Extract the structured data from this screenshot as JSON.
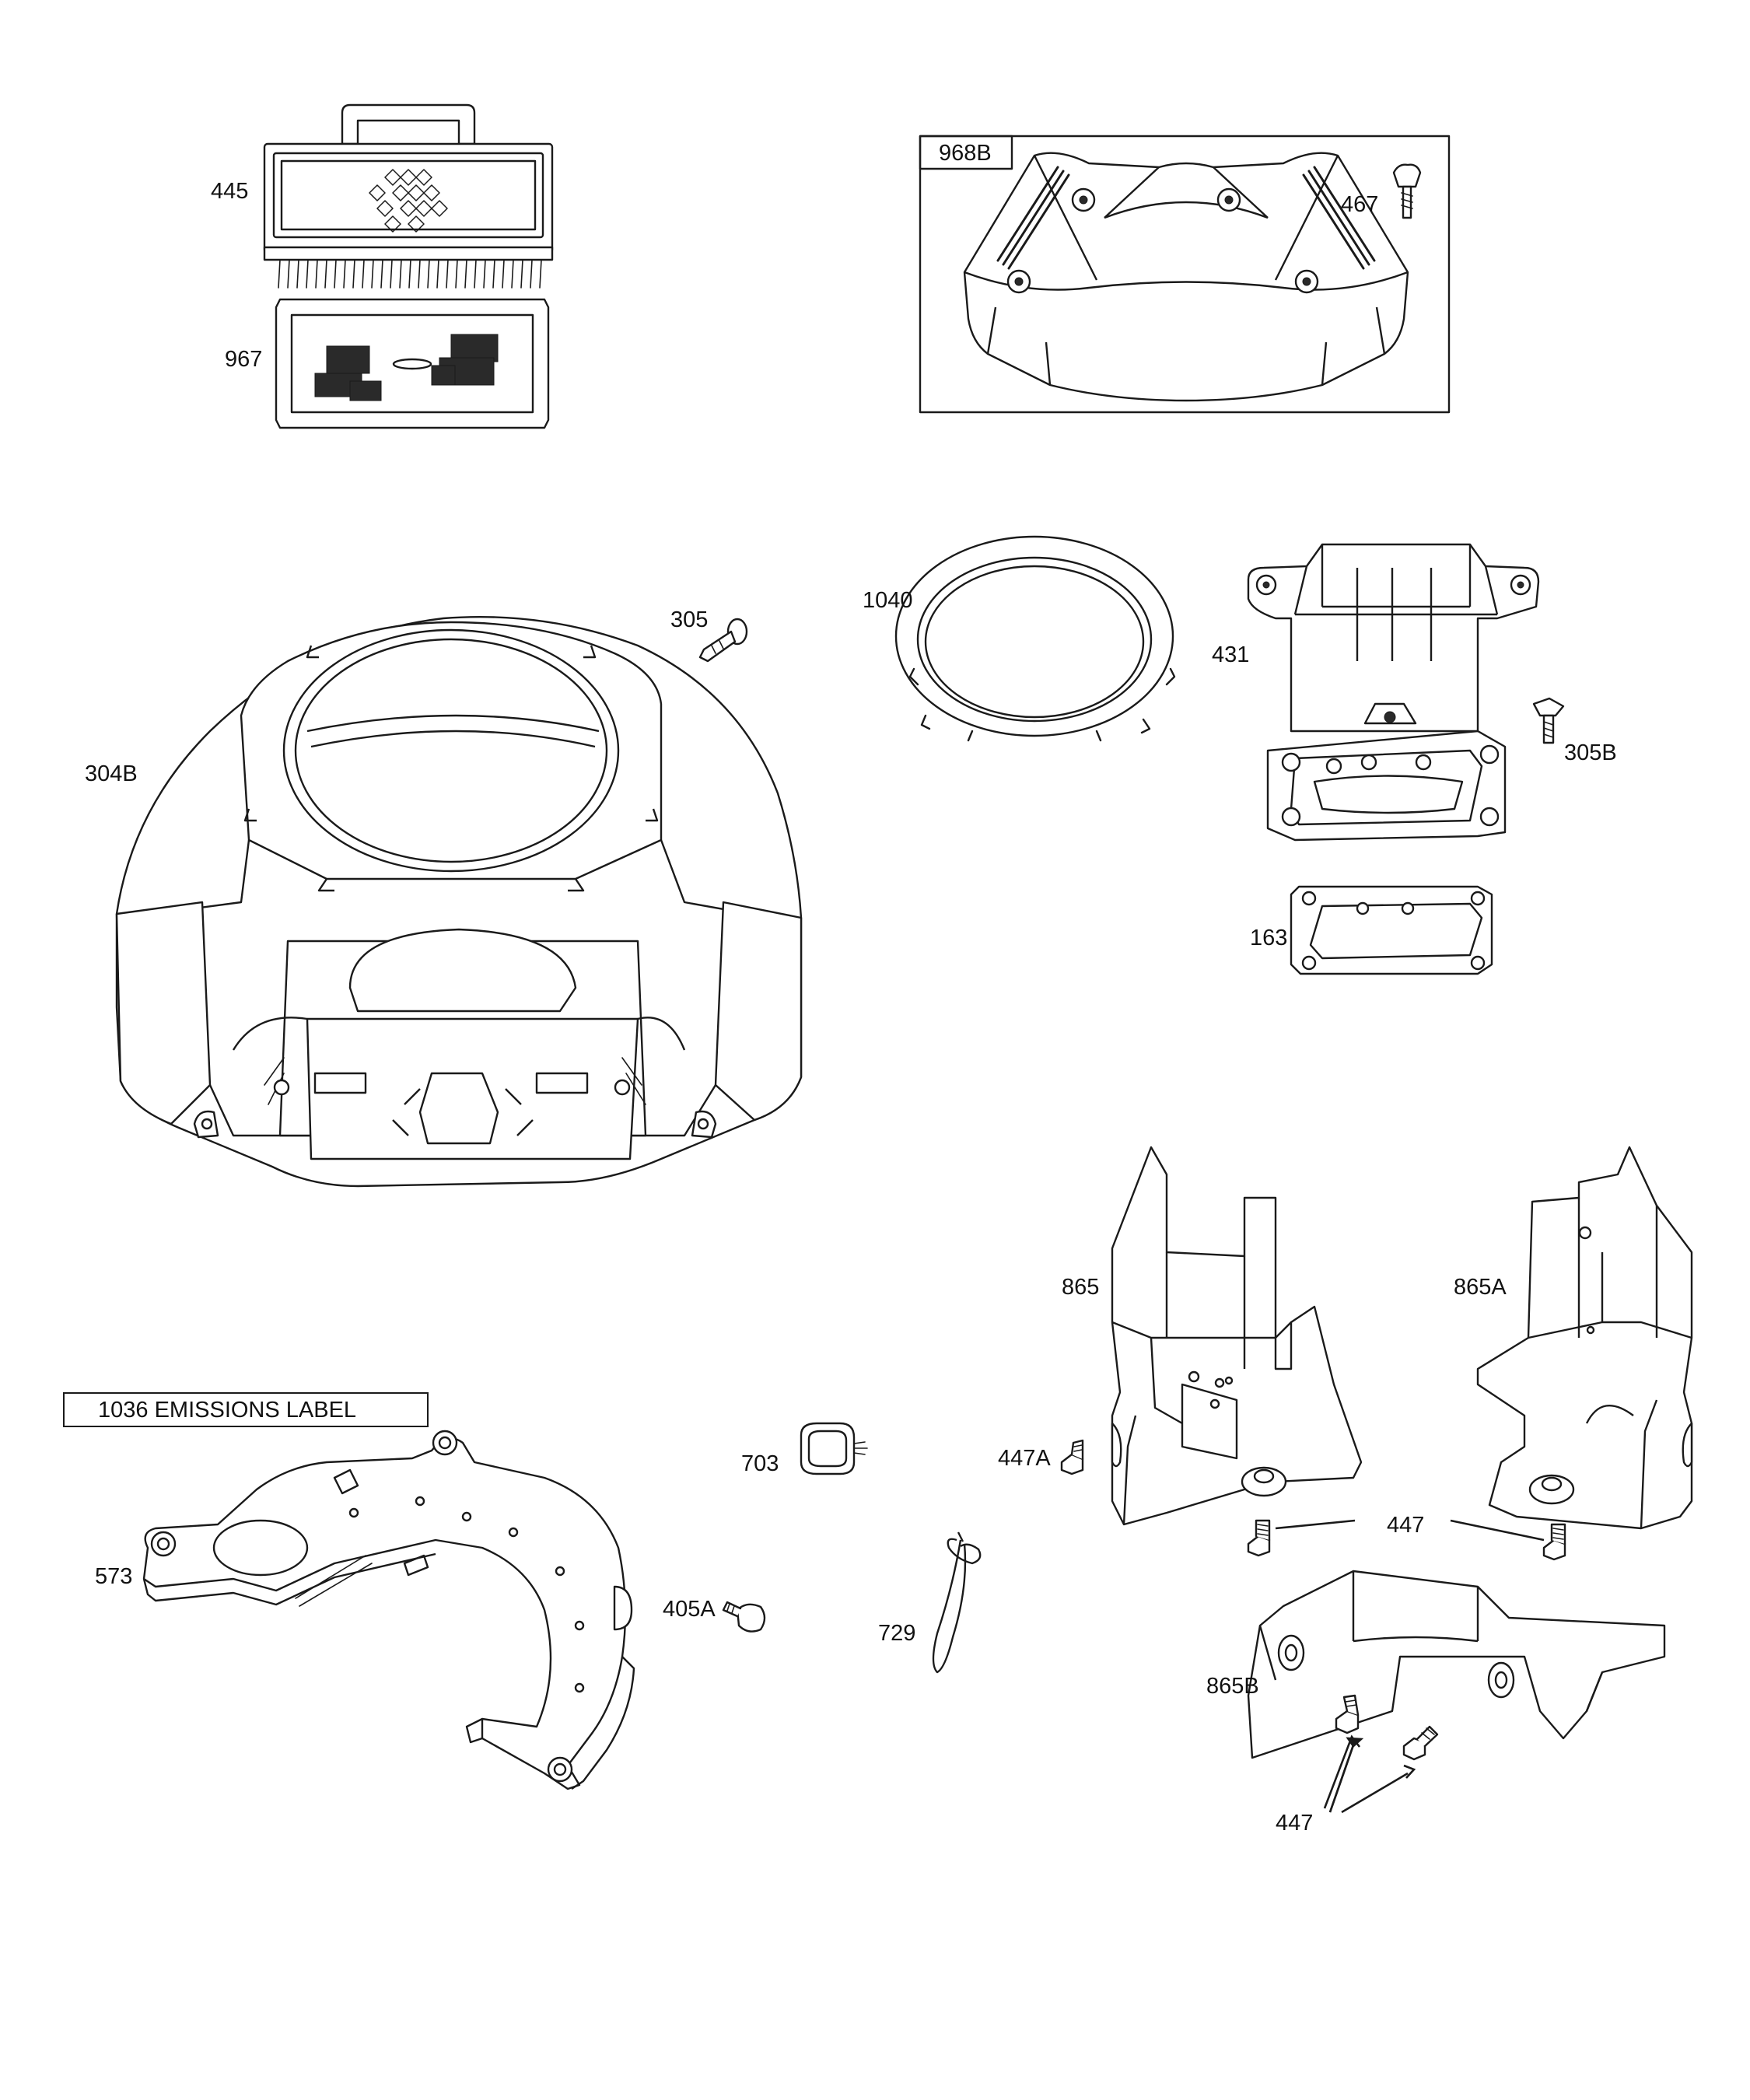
{
  "callouts": {
    "c445": "445",
    "c967": "967",
    "c968B": "968B",
    "c467": "467",
    "c305": "305",
    "c1040": "1040",
    "c431": "431",
    "c304B": "304B",
    "c305B": "305B",
    "c163": "163",
    "c865": "865",
    "c865A": "865A",
    "c1036": "1036 EMISSIONS LABEL",
    "c703": "703",
    "c447A": "447A",
    "c447_top": "447",
    "c573": "573",
    "c405A": "405A",
    "c729": "729",
    "c865B": "865B",
    "c447_bottom": "447"
  },
  "parts": [
    {
      "id": "445",
      "icon": "air-filter-cartridge-icon"
    },
    {
      "id": "967",
      "icon": "pre-cleaner-filter-icon"
    },
    {
      "id": "968B",
      "icon": "air-cleaner-cover-icon"
    },
    {
      "id": "467",
      "icon": "cover-knob-icon"
    },
    {
      "id": "305",
      "icon": "screw-icon"
    },
    {
      "id": "1040",
      "icon": "retainer-ring-icon"
    },
    {
      "id": "431",
      "icon": "air-cleaner-base-icon"
    },
    {
      "id": "304B",
      "icon": "blower-housing-icon"
    },
    {
      "id": "305B",
      "icon": "screw-icon"
    },
    {
      "id": "163",
      "icon": "gasket-icon"
    },
    {
      "id": "865",
      "icon": "cylinder-shield-icon"
    },
    {
      "id": "865A",
      "icon": "cylinder-shield-icon"
    },
    {
      "id": "703",
      "icon": "wire-clip-icon"
    },
    {
      "id": "447A",
      "icon": "screw-icon"
    },
    {
      "id": "447",
      "icon": "screw-icon"
    },
    {
      "id": "573",
      "icon": "backplate-icon"
    },
    {
      "id": "405A",
      "icon": "screw-icon"
    },
    {
      "id": "729",
      "icon": "cable-tie-icon"
    },
    {
      "id": "865B",
      "icon": "lower-shield-icon"
    }
  ]
}
